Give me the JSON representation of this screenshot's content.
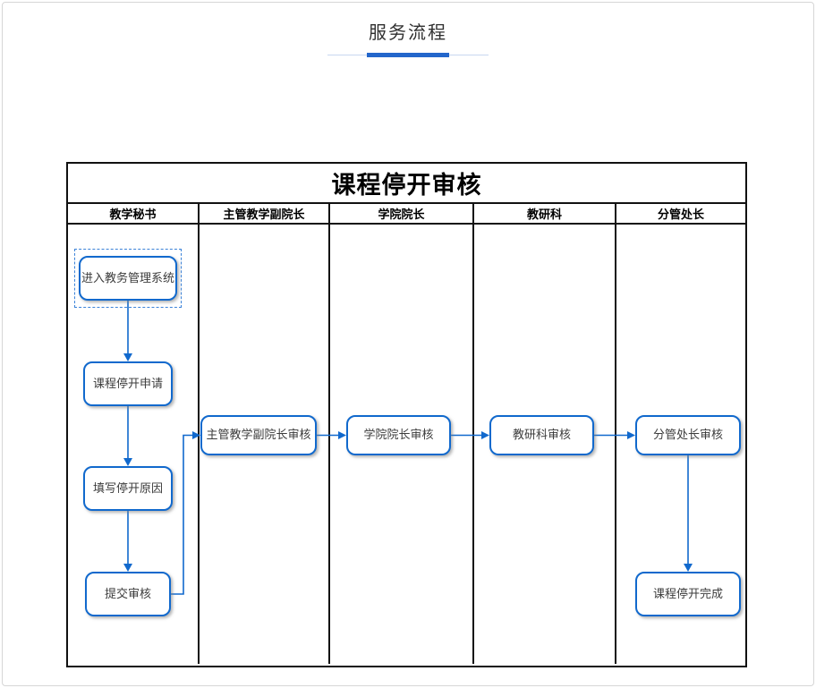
{
  "page": {
    "section_title": "服务流程"
  },
  "colors": {
    "accent_blue": "#1169cd",
    "divider_bar_blue": "#2366cb",
    "divider_thin_line": "#c8d7f0",
    "table_border": "#111111",
    "node_text": "#3c3c3c"
  },
  "flowchart": {
    "title": "课程停开审核",
    "lanes": [
      "教学秘书",
      "主管教学副院长",
      "学院院长",
      "教研科",
      "分管处长"
    ],
    "nodes": [
      {
        "id": "enter-system",
        "lane": "教学秘书",
        "label": "进入教务管理系统"
      },
      {
        "id": "stop-apply",
        "lane": "教学秘书",
        "label": "课程停开申请"
      },
      {
        "id": "fill-reason",
        "lane": "教学秘书",
        "label": "填写停开原因"
      },
      {
        "id": "submit-review",
        "lane": "教学秘书",
        "label": "提交审核"
      },
      {
        "id": "vice-dean-review",
        "lane": "主管教学副院长",
        "label": "主管教学副院长审核"
      },
      {
        "id": "dean-review",
        "lane": "学院院长",
        "label": "学院院长审核"
      },
      {
        "id": "research-review",
        "lane": "教研科",
        "label": "教研科审核"
      },
      {
        "id": "director-review",
        "lane": "分管处长",
        "label": "分管处长审核"
      },
      {
        "id": "stop-complete",
        "lane": "分管处长",
        "label": "课程停开完成"
      }
    ],
    "edges": [
      "enter-system→stop-apply",
      "stop-apply→fill-reason",
      "fill-reason→submit-review",
      "submit-review→vice-dean-review",
      "vice-dean-review→dean-review",
      "dean-review→research-review",
      "research-review→director-review",
      "director-review→stop-complete"
    ]
  }
}
